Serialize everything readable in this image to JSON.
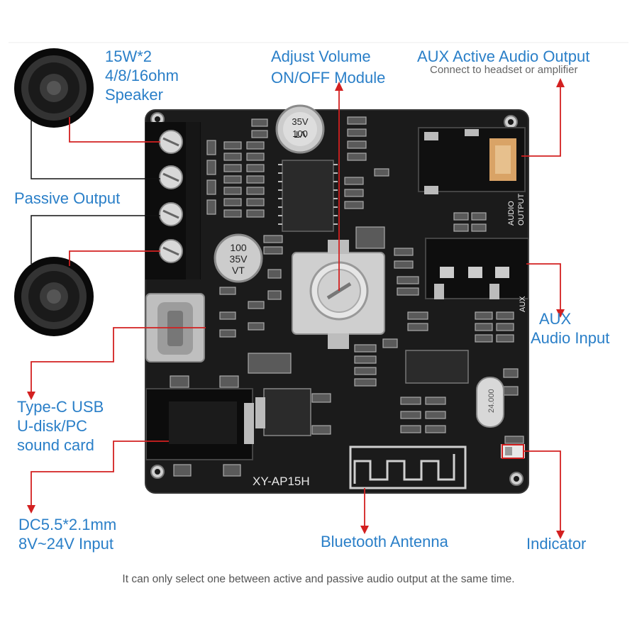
{
  "labels": {
    "speaker_spec": [
      "15W*2",
      "4/8/16ohm",
      "Speaker"
    ],
    "volume": [
      "Adjust Volume",
      "ON/OFF Module"
    ],
    "aux_out_title": "AUX Active Audio Output",
    "aux_out_sub": "Connect to headset or amplifier",
    "passive": "Passive Output",
    "aux_in": [
      "AUX",
      "Audio Input"
    ],
    "usb": [
      "Type-C USB",
      "U-disk/PC",
      "sound card"
    ],
    "dc": [
      "DC5.5*2.1mm",
      "8V~24V Input"
    ],
    "antenna": "Bluetooth Antenna",
    "indicator": "Indicator"
  },
  "board": {
    "model": "XY-AP15H",
    "audio_output_silk": [
      "AUDIO",
      "OUTPUT"
    ],
    "aux_silk": "AUX",
    "cap_small": [
      "100",
      "35V",
      "VT"
    ],
    "cap_top": [
      "VT",
      "35V",
      "100"
    ],
    "crystal": "24.000"
  },
  "footer": "It can only select one between active and passive audio output at the same time.",
  "colors": {
    "label": "#2a7fc8",
    "arrow": "#d32020",
    "board": "#1b1b1b"
  }
}
